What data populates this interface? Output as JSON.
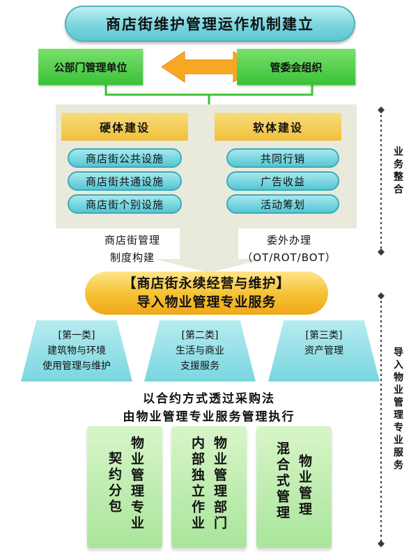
{
  "title": "商店街维护管理运作机制建立",
  "orgs": {
    "left": "公部门管理单位",
    "right": "管委会组织"
  },
  "hard": {
    "header": "硬体建设",
    "items": [
      "商店街公共设施",
      "商店街共通设施",
      "商店街个别设施"
    ]
  },
  "soft": {
    "header": "软体建设",
    "items": [
      "共同行销",
      "广告收益",
      "活动筹划"
    ]
  },
  "caption_left": [
    "商店街管理",
    "制度构建"
  ],
  "caption_right": [
    "委外办理",
    "（OT/ROT/BOT）"
  ],
  "center": {
    "line1": "【商店街永续经营与维护】",
    "line2": "导入物业管理专业服务"
  },
  "categories": [
    {
      "label": "[第一类]",
      "lines": [
        "建筑物与环境",
        "使用管理与维护"
      ]
    },
    {
      "label": "[第二类]",
      "lines": [
        "生活与商业",
        "支援服务"
      ]
    },
    {
      "label": "[第三类]",
      "lines": [
        "资产管理"
      ]
    }
  ],
  "method": {
    "line1": "以合约方式透过采购法",
    "line2": "由物业管理专业服务管理执行"
  },
  "modes": [
    {
      "col_right": "物业管理专业",
      "col_left": "契约分包"
    },
    {
      "col_right": "物业管理部门",
      "col_left": "内部独立作业"
    },
    {
      "col_right": "物业管理",
      "col_left": "混合式管理"
    }
  ],
  "side": {
    "top": "业务整合",
    "bottom": "导入物业管理专业服务"
  },
  "colors": {
    "teal": "#5ec6d2",
    "green": "#39c236",
    "yellow": "#f0c03d",
    "orange": "#f0a818",
    "arrow": "#f7a823",
    "panel": "#e9eadc"
  }
}
